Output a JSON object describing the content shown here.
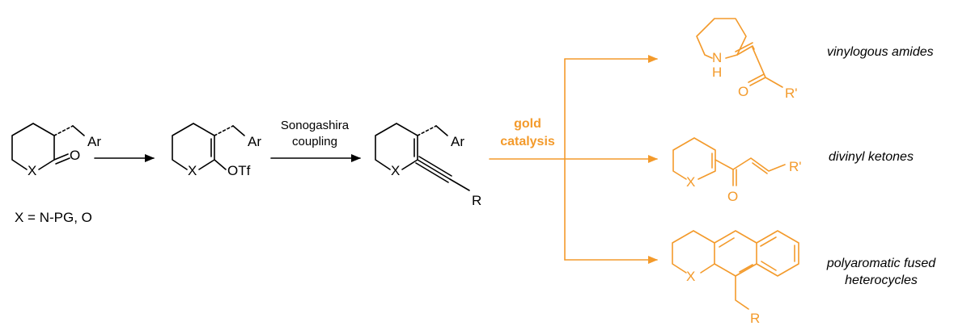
{
  "colors": {
    "black": "#000000",
    "orange": "#f39a2b",
    "background": "#ffffff"
  },
  "substrate": {
    "substituent": "Ar",
    "x_atom": "X",
    "carbonyl_o": "O",
    "x_definition": "X = N-PG, O"
  },
  "triflate": {
    "substituent": "Ar",
    "x_atom": "X",
    "leaving_group": "OTf"
  },
  "alkyne": {
    "substituent": "Ar",
    "x_atom": "X",
    "r_group": "R"
  },
  "step2": {
    "line1": "Sonogashira",
    "line2": "coupling"
  },
  "step3": {
    "line1": "gold",
    "line2": "catalysis"
  },
  "product1": {
    "nh": "N",
    "h": "H",
    "carbonyl_o": "O",
    "r_group": "R'",
    "label": "vinylogous amides"
  },
  "product2": {
    "x_atom": "X",
    "carbonyl_o": "O",
    "r_group": "R'",
    "label": "divinyl ketones"
  },
  "product3": {
    "x_atom": "X",
    "r_group": "R",
    "label_line1": "polyaromatic fused",
    "label_line2": "heterocycles"
  }
}
